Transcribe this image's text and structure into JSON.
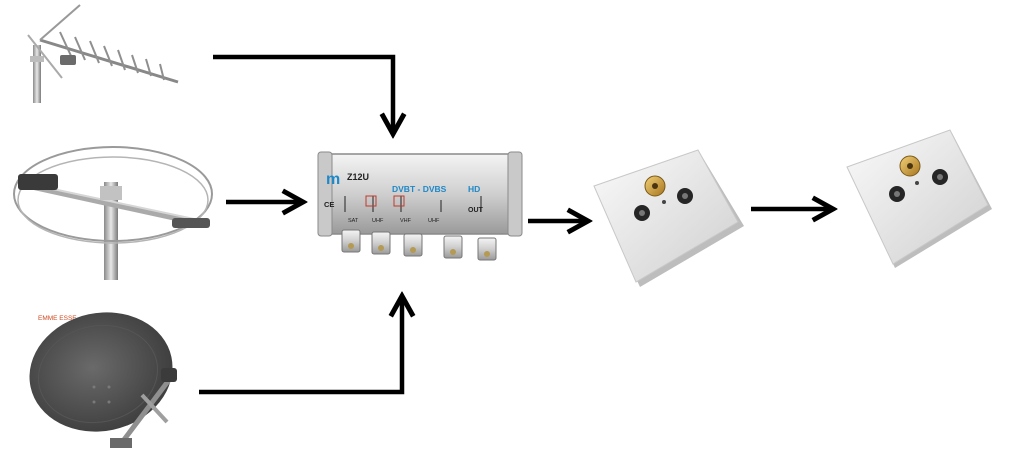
{
  "diagram": {
    "components": {
      "uhf_antenna": {
        "icon": "yagi-uhf-antenna-icon"
      },
      "vhf_antenna": {
        "icon": "circular-vhf-antenna-icon"
      },
      "satellite_dish": {
        "icon": "satellite-dish-icon",
        "brand": "EMME ESSE"
      },
      "multiplexer": {
        "icon": "dvbt-dvbs-multiplexer-icon",
        "logo": "m",
        "model": "Z12U",
        "title": "DVBT - DVBS",
        "hd_badge": "HD",
        "ce_mark": "CE",
        "port_labels": [
          "SAT",
          "UHF",
          "VHF",
          "UHF",
          "OUT"
        ]
      },
      "wall_outlet_1": {
        "icon": "tv-sat-wall-outlet-icon"
      },
      "wall_outlet_2": {
        "icon": "tv-sat-wall-outlet-icon"
      }
    },
    "connections": [
      {
        "from": "uhf_antenna",
        "to": "multiplexer",
        "icon": "arrow-down-icon"
      },
      {
        "from": "vhf_antenna",
        "to": "multiplexer",
        "icon": "arrow-right-icon"
      },
      {
        "from": "satellite_dish",
        "to": "multiplexer",
        "icon": "arrow-up-icon"
      },
      {
        "from": "multiplexer",
        "to": "wall_outlet_1",
        "icon": "arrow-right-icon"
      },
      {
        "from": "wall_outlet_1",
        "to": "wall_outlet_2",
        "icon": "arrow-right-icon"
      }
    ],
    "colors": {
      "arrow": "#000000",
      "mux_label_blue": "#1e88c8",
      "dish_body": "#4a4a4a",
      "outlet_body": "#f2f2f2"
    }
  }
}
